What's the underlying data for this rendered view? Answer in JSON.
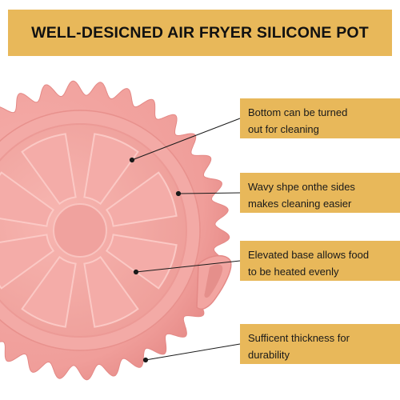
{
  "title": "WELL-DESICNED AIR FRYER SILICONE POT",
  "callouts": [
    {
      "line1": "Bottom can be turned",
      "line2": "out for cleaning"
    },
    {
      "line1": "Wavy shpe onthe sides",
      "line2": "makes cleaning easier"
    },
    {
      "line1": "Elevated base allows food",
      "line2": "to be heated evenly"
    },
    {
      "line1": "Sufficent thickness for",
      "line2": "durability"
    }
  ],
  "colors": {
    "banner": "#e8b85a",
    "silicone": "#f2a7a3",
    "silicone_dark": "#e58d8a",
    "text": "#111111"
  }
}
